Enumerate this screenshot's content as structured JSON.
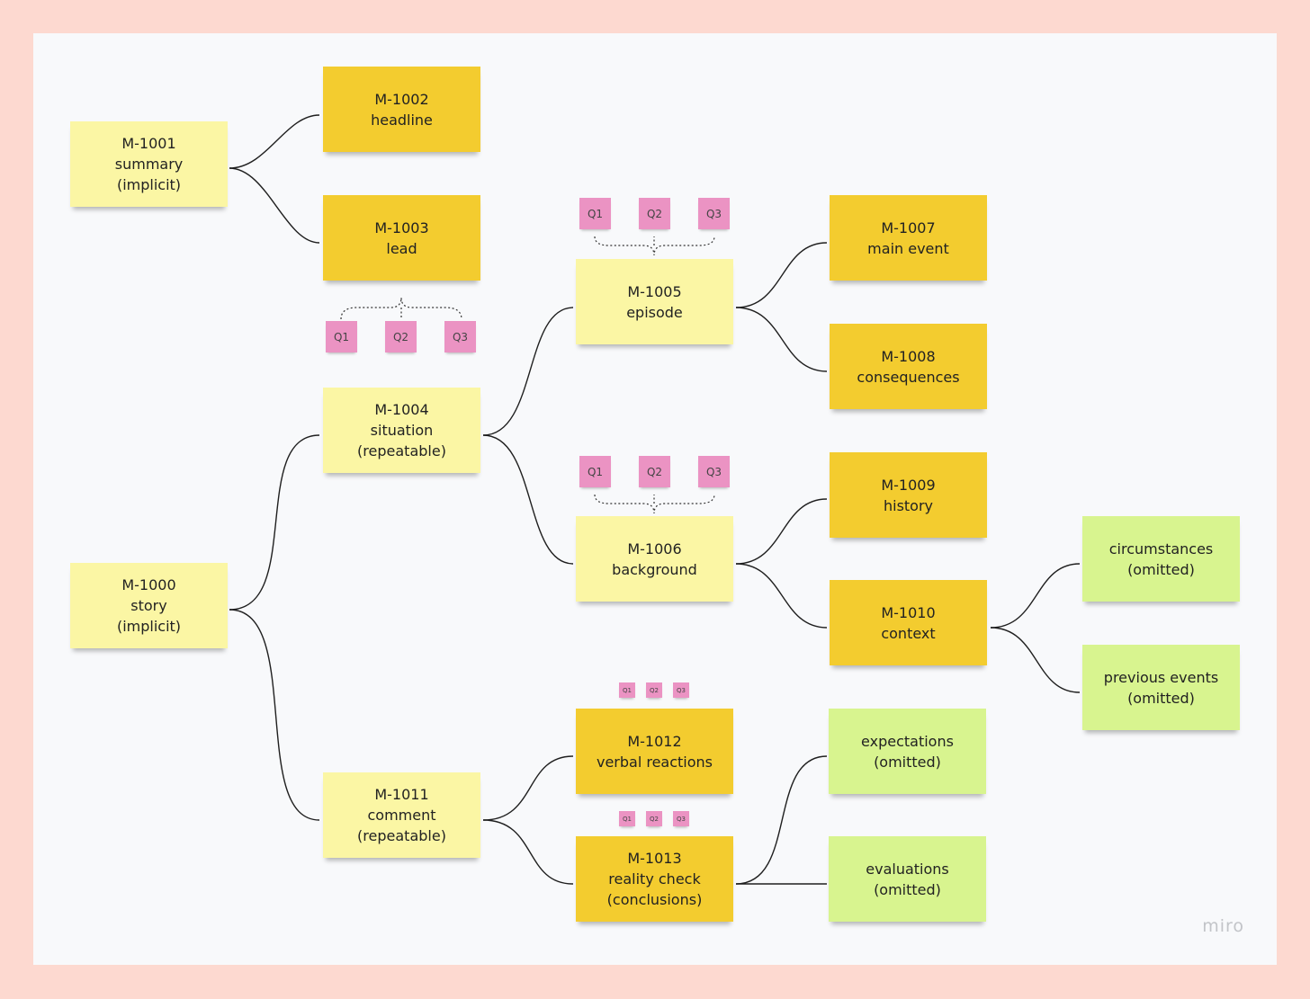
{
  "notes": {
    "m1000": [
      "M-1000",
      "story",
      "(implicit)"
    ],
    "m1001": [
      "M-1001",
      "summary",
      "(implicit)"
    ],
    "m1002": [
      "M-1002",
      "headline"
    ],
    "m1003": [
      "M-1003",
      "lead"
    ],
    "m1004": [
      "M-1004",
      "situation",
      "(repeatable)"
    ],
    "m1005": [
      "M-1005",
      "episode"
    ],
    "m1006": [
      "M-1006",
      "background"
    ],
    "m1007": [
      "M-1007",
      "main event"
    ],
    "m1008": [
      "M-1008",
      "consequences"
    ],
    "m1009": [
      "M-1009",
      "history"
    ],
    "m1010": [
      "M-1010",
      "context"
    ],
    "m1011": [
      "M-1011",
      "comment",
      "(repeatable)"
    ],
    "m1012": [
      "M-1012",
      "verbal reactions"
    ],
    "m1013": [
      "M-1013",
      "reality check",
      "(conclusions)"
    ],
    "circumstances": [
      "circumstances",
      "(omitted)"
    ],
    "previous_events": [
      "previous events",
      "(omitted)"
    ],
    "expectations": [
      "expectations",
      "(omitted)"
    ],
    "evaluations": [
      "evaluations",
      "(omitted)"
    ]
  },
  "question_labels": [
    "Q1",
    "Q2",
    "Q3"
  ],
  "watermark": "miro",
  "colors": {
    "frame": "#fdd9d0",
    "board": "#f8f9fb",
    "pale_yellow": "#fbf6a4",
    "gold": "#f3cc2f",
    "lime": "#d8f48f",
    "pink": "#eb93c3"
  }
}
